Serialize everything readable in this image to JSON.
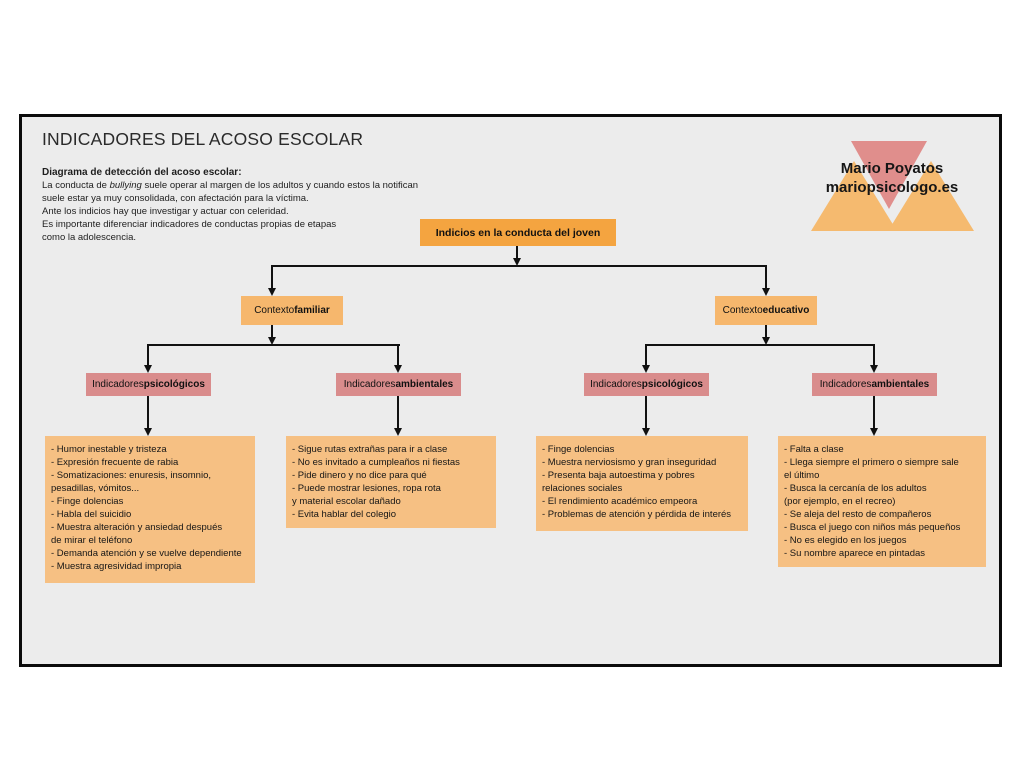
{
  "page": {
    "title": "INDICADORES DEL ACOSO ESCOLAR"
  },
  "intro": {
    "heading": "Diagrama de detección del acoso escolar:",
    "line1_pre": "La conducta de ",
    "line1_italic": "bullying",
    "line1_post": " suele operar al margen de los adultos y cuando estos la notifican",
    "lines": [
      "suele estar ya muy consolidada, con afectación para la víctima.",
      "Ante los indicios hay que investigar y actuar con celeridad.",
      "Es importante diferenciar indicadores de conductas propias de etapas",
      "como la adolescencia."
    ]
  },
  "logo": {
    "name": "Mario Poyatos",
    "site": "mariopsicologo.es"
  },
  "tree": {
    "root_label": "Indicios en la conducta del joven",
    "contexts": [
      {
        "prefix": "Contexto ",
        "bold": "familiar"
      },
      {
        "prefix": "Contexto ",
        "bold": "educativo"
      }
    ],
    "categories": [
      {
        "prefix": "Indicadores ",
        "bold": "psicológicos"
      },
      {
        "prefix": "Indicadores ",
        "bold": "ambientales"
      },
      {
        "prefix": "Indicadores ",
        "bold": "psicológicos"
      },
      {
        "prefix": "Indicadores ",
        "bold": "ambientales"
      }
    ],
    "lists": [
      {
        "items": [
          "- Humor inestable y tristeza",
          "- Expresión frecuente de rabia",
          "- Somatizaciones: enuresis, insomnio,\npesadillas, vómitos...",
          "- Finge dolencias",
          "- Habla del suicidio",
          "- Muestra alteración y ansiedad después\nde mirar el teléfono",
          "- Demanda atención y se vuelve dependiente",
          "- Muestra agresividad impropia"
        ]
      },
      {
        "items": [
          "- Sigue rutas extrañas para ir a clase",
          "- No es invitado a cumpleaños ni fiestas",
          "- Pide dinero y no dice para qué",
          "- Puede mostrar lesiones, ropa rota\ny material escolar dañado",
          "- Evita hablar del colegio"
        ]
      },
      {
        "items": [
          "- Finge dolencias",
          "- Muestra nerviosismo y gran inseguridad",
          "- Presenta baja autoestima y pobres\nrelaciones sociales",
          "- El rendimiento académico empeora",
          "- Problemas de atención y pérdida de interés"
        ]
      },
      {
        "items": [
          "- Falta a clase",
          "- Llega siempre el primero o siempre sale\nel último",
          "- Busca la cercanía de los adultos\n(por ejemplo, en el recreo)",
          "- Se aleja del resto de compañeros",
          "- Busca el juego con niños más pequeños",
          "- No es elegido en los juegos",
          "- Su nombre aparece en pintadas"
        ]
      }
    ]
  },
  "colors": {
    "frame-bg": "#ECECEC",
    "root-node": "#F4A440",
    "context-node": "#F6B76D",
    "category-node": "#D98C8C",
    "list-box": "#F6C083",
    "logo-pink": "#E08E8C",
    "logo-orange": "#F5BA6F",
    "line": "#111111",
    "text": "#1E1E1E"
  }
}
